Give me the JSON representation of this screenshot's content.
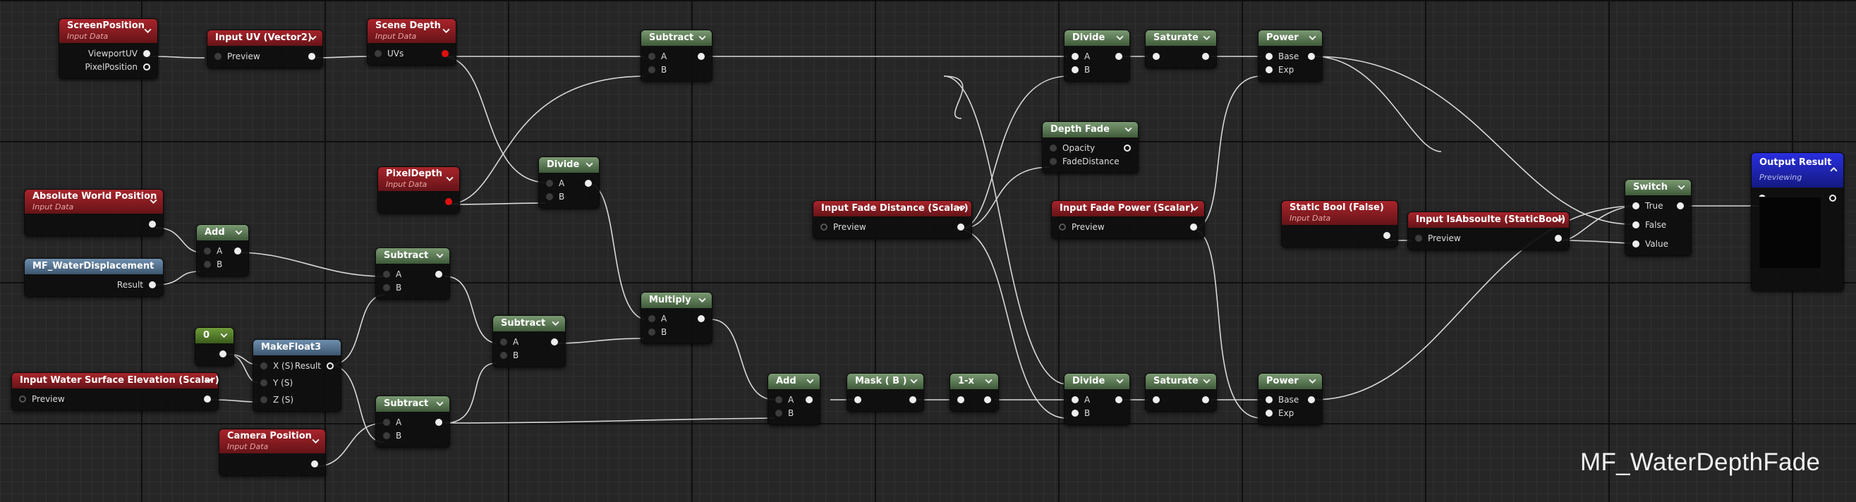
{
  "graph_title": "MF_WaterDepthFade",
  "colors": {
    "wire": "#d8d8d8",
    "pin": "#eeeeee",
    "pin_red": "#e01010",
    "input_header": "#a8242b",
    "math_header": "#7a9a72",
    "func_header": "#6e8fae",
    "output_header": "#2a2ee0"
  },
  "nodes": {
    "screen_position": {
      "title": "ScreenPosition",
      "subtitle": "Input Data",
      "pins": [
        "ViewportUV",
        "PixelPosition"
      ]
    },
    "input_uv": {
      "title": "Input UV (Vector2)",
      "pins": [
        "Preview"
      ]
    },
    "scene_depth": {
      "title": "Scene Depth",
      "subtitle": "Input Data",
      "pins": [
        "UVs"
      ]
    },
    "subtract_top": {
      "title": "Subtract",
      "pins": [
        "A",
        "B"
      ]
    },
    "divide_top": {
      "title": "Divide",
      "pins": [
        "A",
        "B"
      ]
    },
    "saturate_top": {
      "title": "Saturate"
    },
    "power_top": {
      "title": "Power",
      "pins": [
        "Base",
        "Exp"
      ]
    },
    "depth_fade": {
      "title": "Depth Fade",
      "pins": [
        "Opacity",
        "FadeDistance"
      ]
    },
    "pixel_depth": {
      "title": "PixelDepth",
      "subtitle": "Input Data"
    },
    "divide_mid": {
      "title": "Divide",
      "pins": [
        "A",
        "B"
      ]
    },
    "abs_world_pos": {
      "title": "Absolute World Position",
      "subtitle": "Input Data"
    },
    "add_left": {
      "title": "Add",
      "pins": [
        "A",
        "B"
      ]
    },
    "water_displacement": {
      "title": "MF_WaterDisplacement",
      "pins": [
        "Result"
      ]
    },
    "subtract_mid": {
      "title": "Subtract",
      "pins": [
        "A",
        "B"
      ]
    },
    "subtract_mid2": {
      "title": "Subtract",
      "pins": [
        "A",
        "B"
      ]
    },
    "multiply": {
      "title": "Multiply",
      "pins": [
        "A",
        "B"
      ]
    },
    "input_fade_distance": {
      "title": "Input Fade Distance (Scalar)",
      "pins": [
        "Preview"
      ]
    },
    "input_fade_power": {
      "title": "Input Fade Power (Scalar)",
      "pins": [
        "Preview"
      ]
    },
    "static_bool": {
      "title": "Static Bool (False)",
      "subtitle": "Input Data"
    },
    "input_is_absolute": {
      "title": "Input IsAbsoulte (StaticBool)",
      "pins": [
        "Preview"
      ]
    },
    "switch": {
      "title": "Switch",
      "pins": [
        "True",
        "False",
        "Value"
      ]
    },
    "output_result": {
      "title": "Output Result",
      "subtitle": "Previewing"
    },
    "const_zero": {
      "title": "0"
    },
    "make_float3": {
      "title": "MakeFloat3",
      "pins": [
        "X (S)",
        "Y (S)",
        "Z (S)",
        "Result"
      ]
    },
    "input_water_surface": {
      "title": "Input Water Surface Elevation (Scalar)",
      "pins": [
        "Preview"
      ]
    },
    "subtract_low": {
      "title": "Subtract",
      "pins": [
        "A",
        "B"
      ]
    },
    "camera_position": {
      "title": "Camera Position",
      "subtitle": "Input Data"
    },
    "add_bottom": {
      "title": "Add",
      "pins": [
        "A",
        "B"
      ]
    },
    "mask_b": {
      "title": "Mask ( B )"
    },
    "one_minus": {
      "title": "1-x"
    },
    "divide_bot": {
      "title": "Divide",
      "pins": [
        "A",
        "B"
      ]
    },
    "saturate_bot": {
      "title": "Saturate"
    },
    "power_bot": {
      "title": "Power",
      "pins": [
        "Base",
        "Exp"
      ]
    }
  }
}
